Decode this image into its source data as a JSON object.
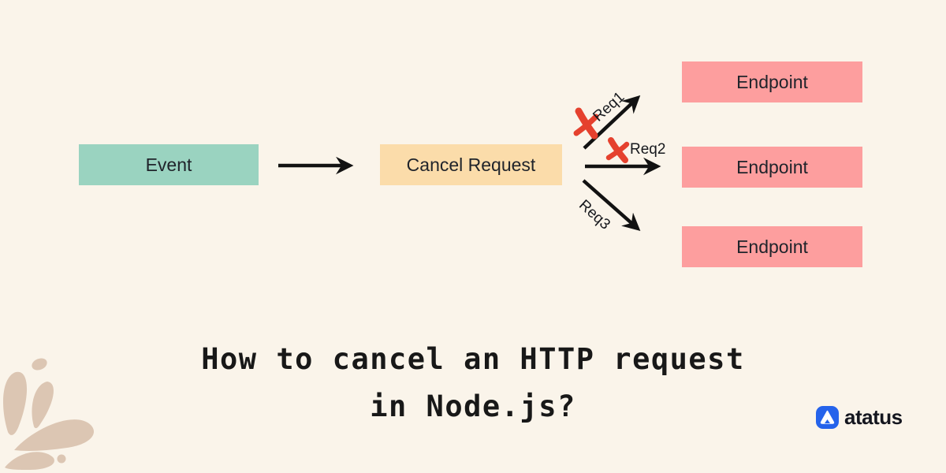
{
  "diagram": {
    "event": {
      "label": "Event"
    },
    "cancel": {
      "label": "Cancel Request"
    },
    "requests": [
      {
        "label": "Req1",
        "cancelled": true
      },
      {
        "label": "Req2",
        "cancelled": true
      },
      {
        "label": "Req3",
        "cancelled": false
      }
    ],
    "endpoints": [
      {
        "label": "Endpoint"
      },
      {
        "label": "Endpoint"
      },
      {
        "label": "Endpoint"
      }
    ]
  },
  "title": {
    "line1": "How to cancel an HTTP request",
    "line2": "in Node.js?"
  },
  "brand": {
    "name": "atatus"
  },
  "colors": {
    "background": "#FAF4EA",
    "event_box": "#9AD3C0",
    "cancel_box": "#FBDCAA",
    "endpoint_box": "#FD9E9E",
    "arrow": "#121212",
    "cancel_x": "#E5412E",
    "title_text": "#181818",
    "brand_blue": "#2563EB",
    "decoration": "#DCC6B3"
  }
}
